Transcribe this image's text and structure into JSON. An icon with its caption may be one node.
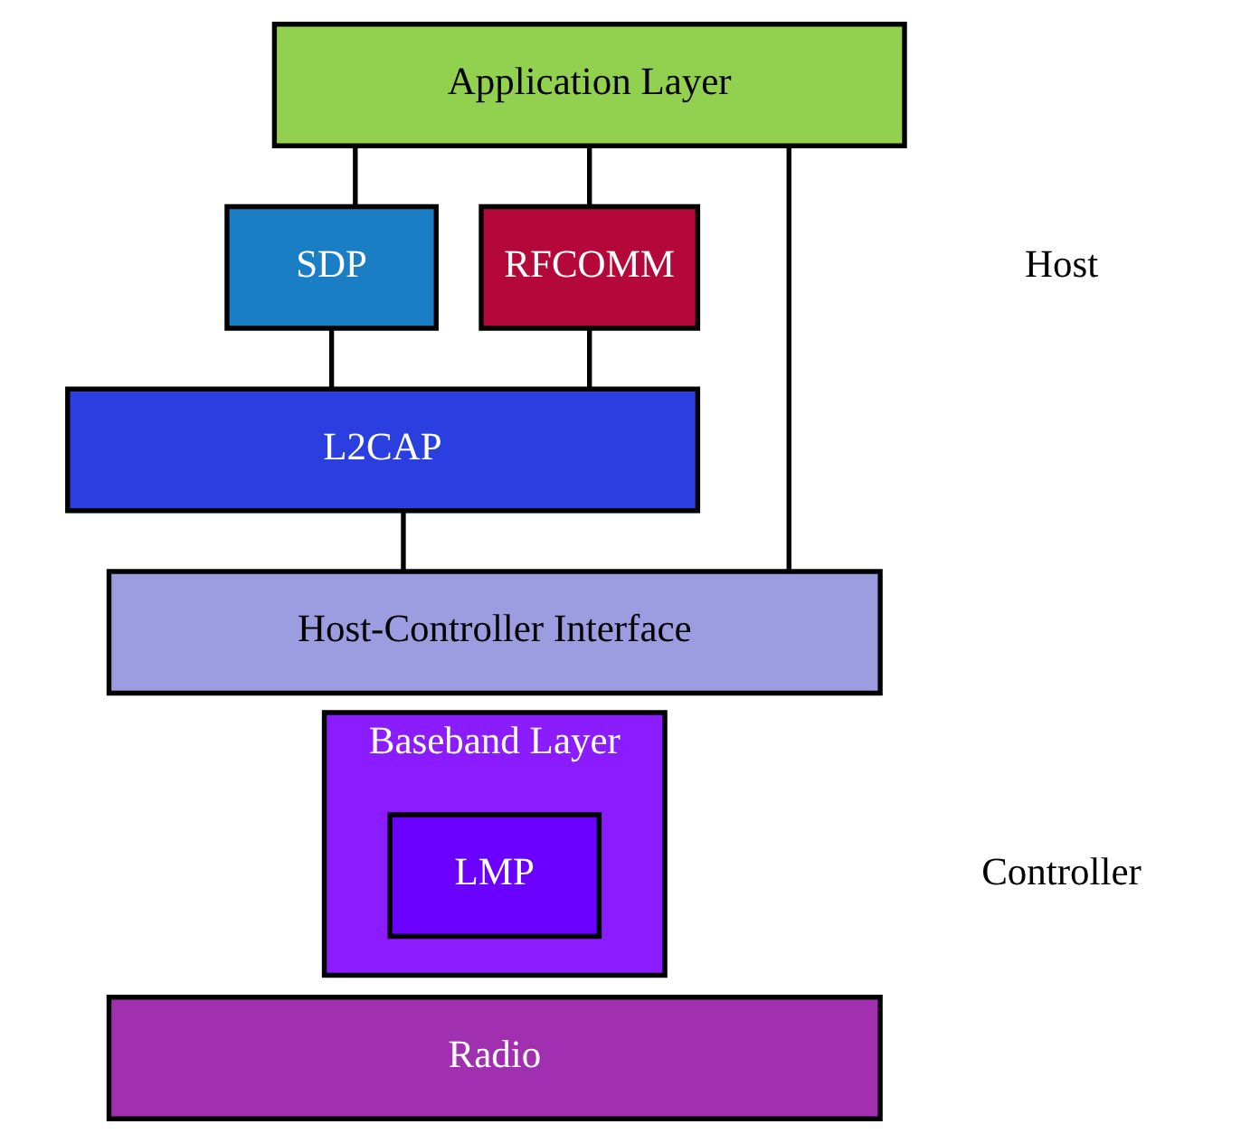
{
  "diagram": {
    "nodes": [
      {
        "text": [
          "Application Layer"
        ]
      },
      {
        "text": [
          "SDP"
        ]
      },
      {
        "text": [
          "RFCOMM"
        ]
      },
      {
        "text": [
          "L2CAP"
        ]
      },
      {
        "text": [
          "Host-Controller Interface"
        ]
      },
      {
        "text": [
          "Baseband Layer"
        ]
      },
      {
        "text": [
          "LMP"
        ],
        "in": 5
      },
      {
        "text": [
          "Radio"
        ]
      }
    ],
    "edges": [
      {
        "from": 0,
        "to": 4,
        "arrow": "none"
      },
      {
        "from": 0,
        "to": 1,
        "arrow": "none"
      },
      {
        "from": 0,
        "to": 2,
        "arrow": "none"
      },
      {
        "from": 1,
        "to": 3,
        "arrow": "none"
      },
      {
        "from": 2,
        "to": 3,
        "arrow": "none"
      },
      {
        "from": 3,
        "to": 4,
        "arrow": "none"
      }
    ],
    "labels": [
      "Host",
      "Controller"
    ]
  }
}
